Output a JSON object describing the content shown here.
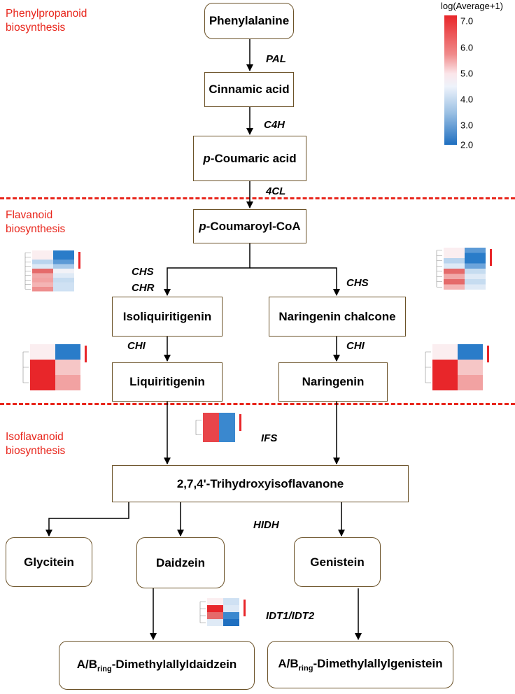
{
  "sections": {
    "phenylpropanoid": [
      "Phenylpropanoid",
      "biosynthesis"
    ],
    "flavanoid": [
      "Flavanoid",
      "biosynthesis"
    ],
    "isoflavanoid": [
      "Isoflavanoid",
      "biosynthesis"
    ]
  },
  "nodes": {
    "phenylalanine": "Phenylalanine",
    "cinnamic_acid": "Cinnamic acid",
    "p_coumaric_prefix": "p",
    "p_coumaric_rest": "-Coumaric acid",
    "p_coumaroyl_prefix": "p",
    "p_coumaroyl_rest": "-Coumaroyl-CoA",
    "isoliquiritigenin": "Isoliquiritigenin",
    "naringenin_chalcone": "Naringenin chalcone",
    "liquiritigenin": "Liquiritigenin",
    "naringenin": "Naringenin",
    "trihydroxyisoflavanone": "2,7,4'-Trihydroxyisoflavanone",
    "glycitein": "Glycitein",
    "daidzein": "Daidzein",
    "genistein": "Genistein",
    "dmad_a": "A/B",
    "dmad_sub": "ring",
    "dmad_b": "-Dimethylallyldaidzein",
    "dmag_a": "A/B",
    "dmag_sub": "ring",
    "dmag_b": "-Dimethylallylgenistein"
  },
  "enzymes": {
    "pal": "PAL",
    "c4h": "C4H",
    "cl4": "4CL",
    "chs_left": "CHS",
    "chr": "CHR",
    "chs_right": "CHS",
    "chi_left": "CHI",
    "chi_right": "CHI",
    "ifs": "IFS",
    "hidh": "HIDH",
    "idt": "IDT1/IDT2"
  },
  "color_scale": {
    "title": "log(Average+1)",
    "ticks": [
      "7.0",
      "6.0",
      "5.0",
      "4.0",
      "3.0",
      "2.0"
    ],
    "colors": [
      "#e8262a",
      "#fbe6ea",
      "#1f6fc0"
    ]
  },
  "heatmaps": {
    "chs_chr_left": [
      "#fbeef0",
      "#2a7cc9",
      "#fbeef0",
      "#2a7cc9",
      "#b9d4ee",
      "#5c9ad6",
      "#dde9f6",
      "#a9caea",
      "#e56a6a",
      "#f2f2f7",
      "#f1a9a9",
      "#dfeaf6",
      "#f2a2a2",
      "#c6dcf0",
      "#f4b4b4",
      "#cfe1f3",
      "#ee8e8e",
      "#cfe1f3"
    ],
    "chs_right": [
      "#fbeef0",
      "#5c9ad6",
      "#fbeef0",
      "#2a7cc9",
      "#b9d4ee",
      "#2a7cc9",
      "#dde9f6",
      "#6ca4db",
      "#e56a6a",
      "#c6dcf0",
      "#f1a9a9",
      "#dfeaf6",
      "#e56a6a",
      "#c6dcf0",
      "#f4b4b4",
      "#dfeaf6"
    ],
    "chi_left": [
      "#fbeef0",
      "#2a7cc9",
      "#e8262a",
      "#f6c6c6",
      "#e8262a",
      "#f2a2a2"
    ],
    "chi_right": [
      "#fbeef0",
      "#2a7cc9",
      "#e8262a",
      "#f6c6c6",
      "#e8262a",
      "#f2a2a2"
    ],
    "ifs": [
      "#e8454a",
      "#3a88cf",
      "#e8454a",
      "#3a88cf"
    ],
    "idt": [
      "#fbeef0",
      "#cfe1f3",
      "#e8262a",
      "#dde9f6",
      "#e56a6a",
      "#3a88cf",
      "#dfeaf6",
      "#1f6fc0"
    ]
  }
}
